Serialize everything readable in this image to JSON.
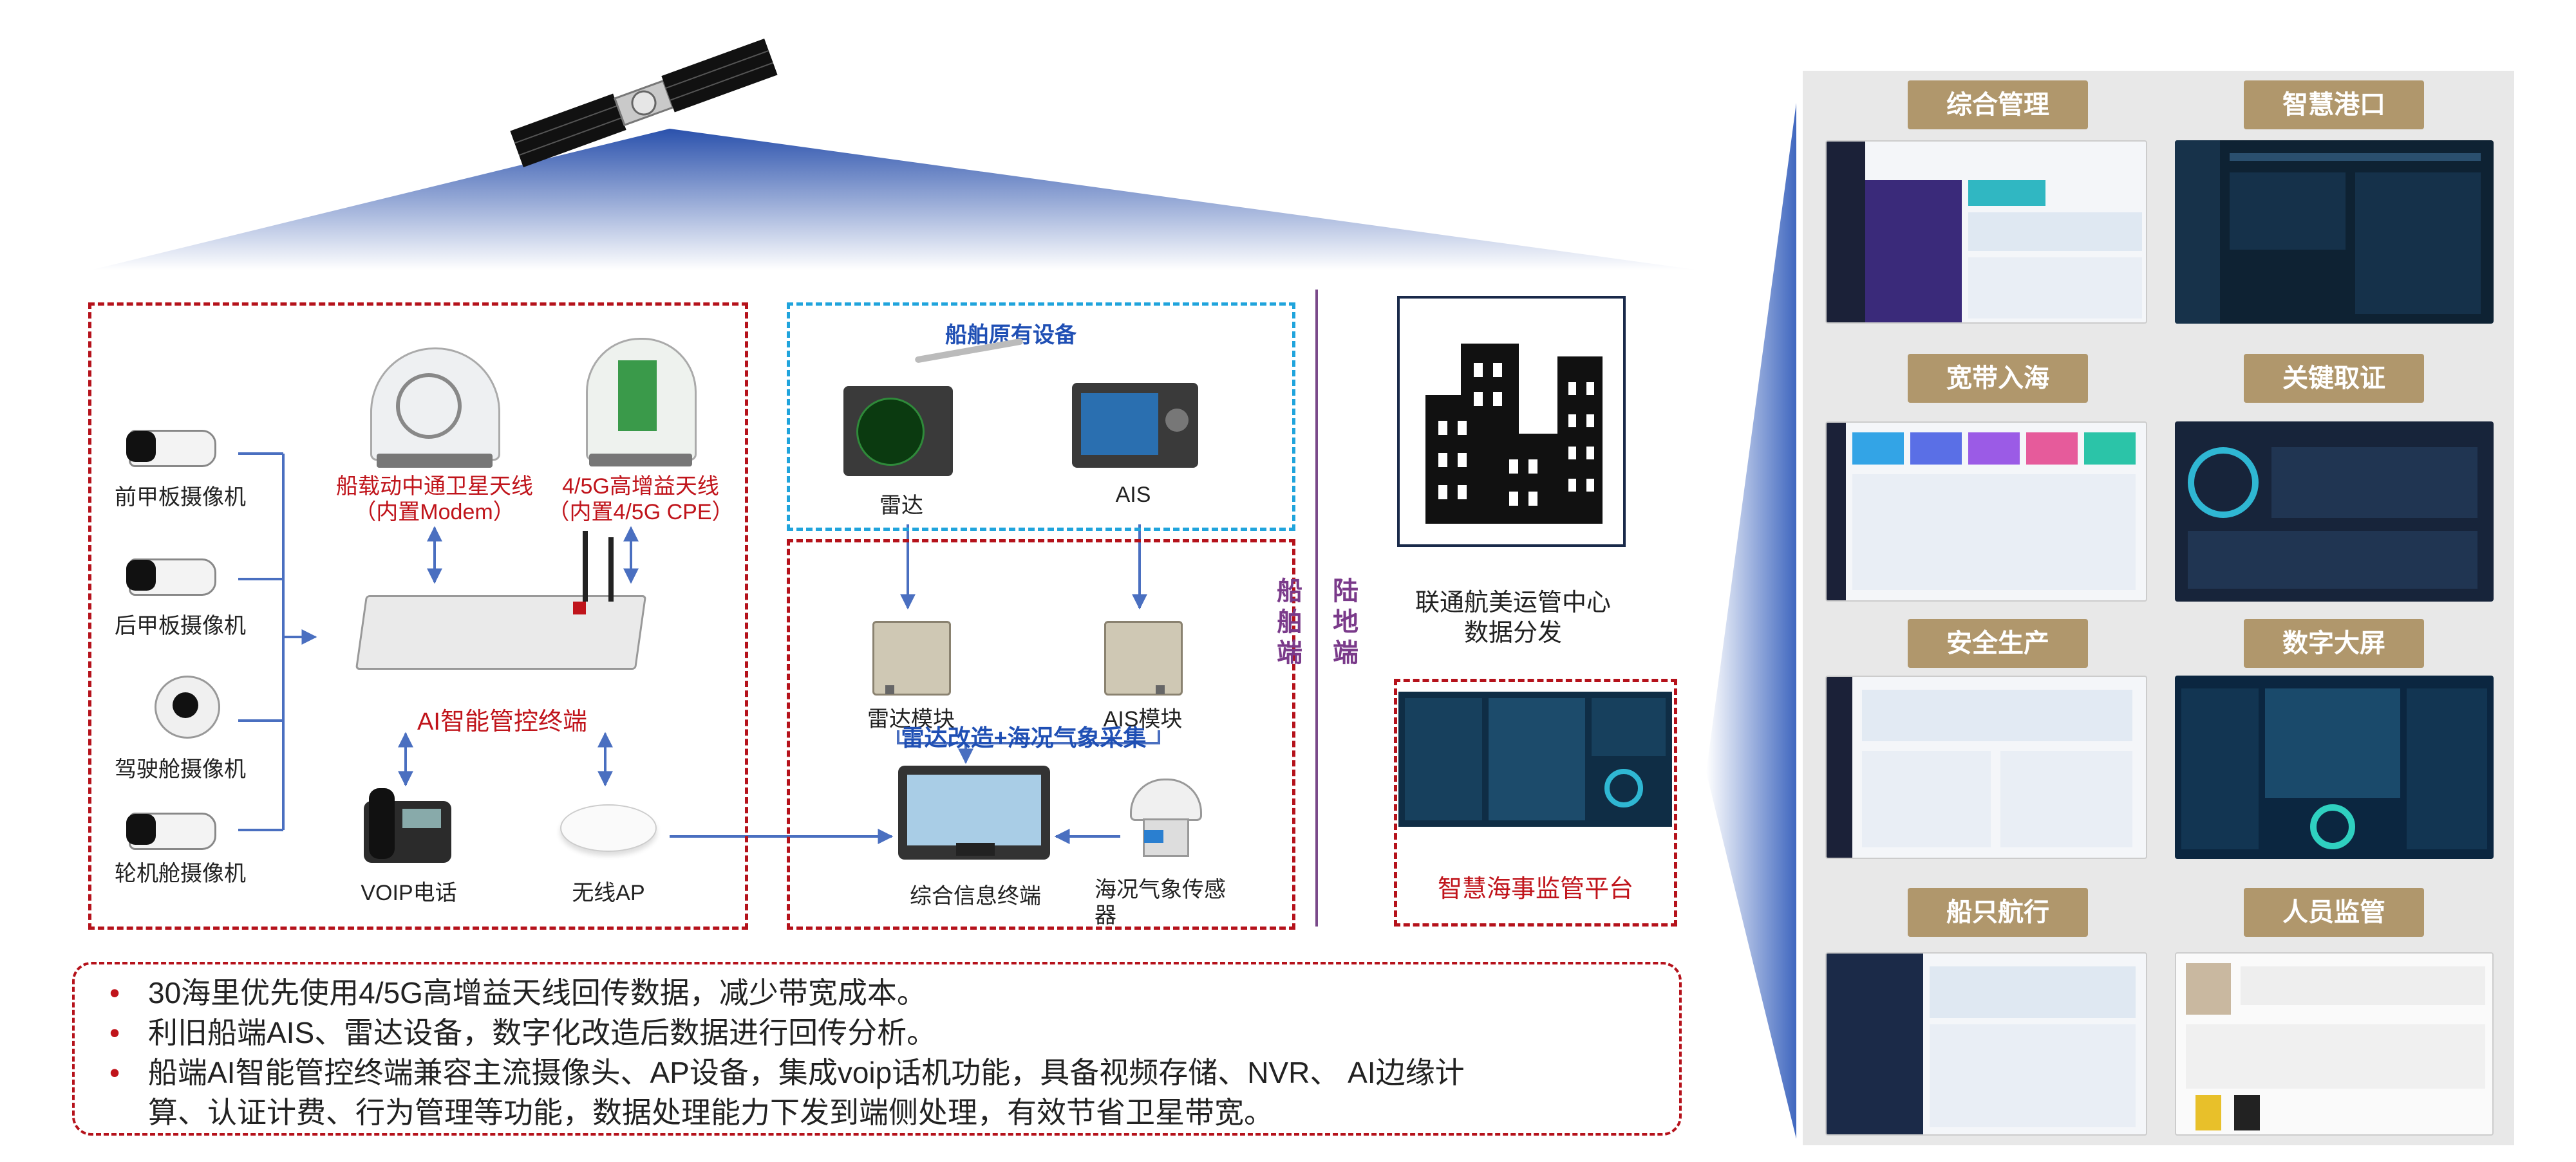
{
  "ship_side": {
    "cameras": [
      {
        "label": "前甲板摄像机"
      },
      {
        "label": "后甲板摄像机"
      },
      {
        "label": "驾驶舱摄像机"
      },
      {
        "label": "轮机舱摄像机"
      }
    ],
    "sat_antenna": {
      "line1": "船载动中通卫星天线",
      "line2": "（内置Modem）"
    },
    "g5_antenna": {
      "line1": "4/5G高增益天线",
      "line2": "（内置4/5G CPE）"
    },
    "terminal_label": "AI智能管控终端",
    "voip_label": "VOIP电话",
    "ap_label": "无线AP"
  },
  "original_equipment": {
    "title": "船舶原有设备",
    "radar_label": "雷达",
    "ais_label": "AIS"
  },
  "modules": {
    "radar_module_label": "雷达模块",
    "ais_module_label": "AIS模块",
    "upgrade_label": "雷达改造+海况气象采集",
    "info_terminal_label": "综合信息终端",
    "sensor_line1": "海况气象传感",
    "sensor_line2": "器"
  },
  "divider": {
    "ship_side": [
      "船",
      "舶",
      "端"
    ],
    "land_side": [
      "陆",
      "地",
      "端"
    ]
  },
  "land": {
    "center_line1": "联通航美运管中心",
    "center_line2": "数据分发",
    "platform_label": "智慧海事监管平台"
  },
  "panels": [
    {
      "title": "综合管理",
      "theme": "mixed"
    },
    {
      "title": "智慧港口",
      "theme": "dark"
    },
    {
      "title": "宽带入海",
      "theme": "light"
    },
    {
      "title": "关键取证",
      "theme": "dark"
    },
    {
      "title": "安全生产",
      "theme": "light"
    },
    {
      "title": "数字大屏",
      "theme": "dark"
    },
    {
      "title": "船只航行",
      "theme": "mixed"
    },
    {
      "title": "人员监管",
      "theme": "light"
    }
  ],
  "notes": [
    "30海里优先使用4/5G高增益天线回传数据，减少带宽成本。",
    "利旧船端AIS、雷达设备，数字化改造后数据进行回传分析。",
    "船端AI智能管控终端兼容主流摄像头、AP设备，集成voip话机功能，具备视频存储、NVR、 AI边缘计",
    "算、认证计费、行为管理等功能，数据处理能力下发到端侧处理，有效节省卫星带宽。"
  ],
  "colors": {
    "accent_red": "#c0141b",
    "accent_blue": "#1f4fb4",
    "badge_gold": "#b0976c",
    "dashed_blue": "#20a4dc"
  }
}
